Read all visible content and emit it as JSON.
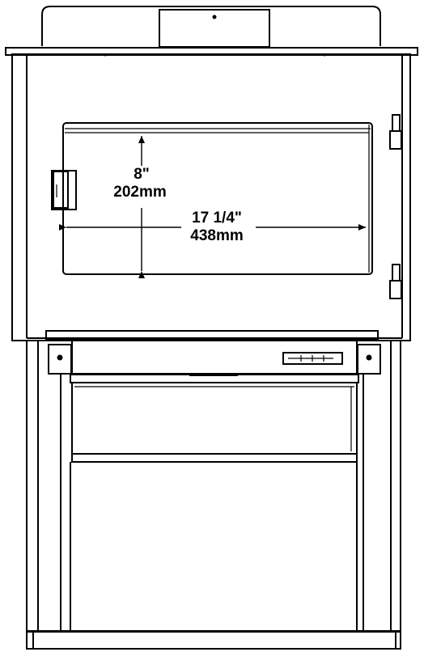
{
  "diagram": {
    "height_dimension": {
      "imperial": "8\"",
      "metric": "202mm"
    },
    "width_dimension": {
      "imperial": "17 1/4\"",
      "metric": "438mm"
    }
  }
}
